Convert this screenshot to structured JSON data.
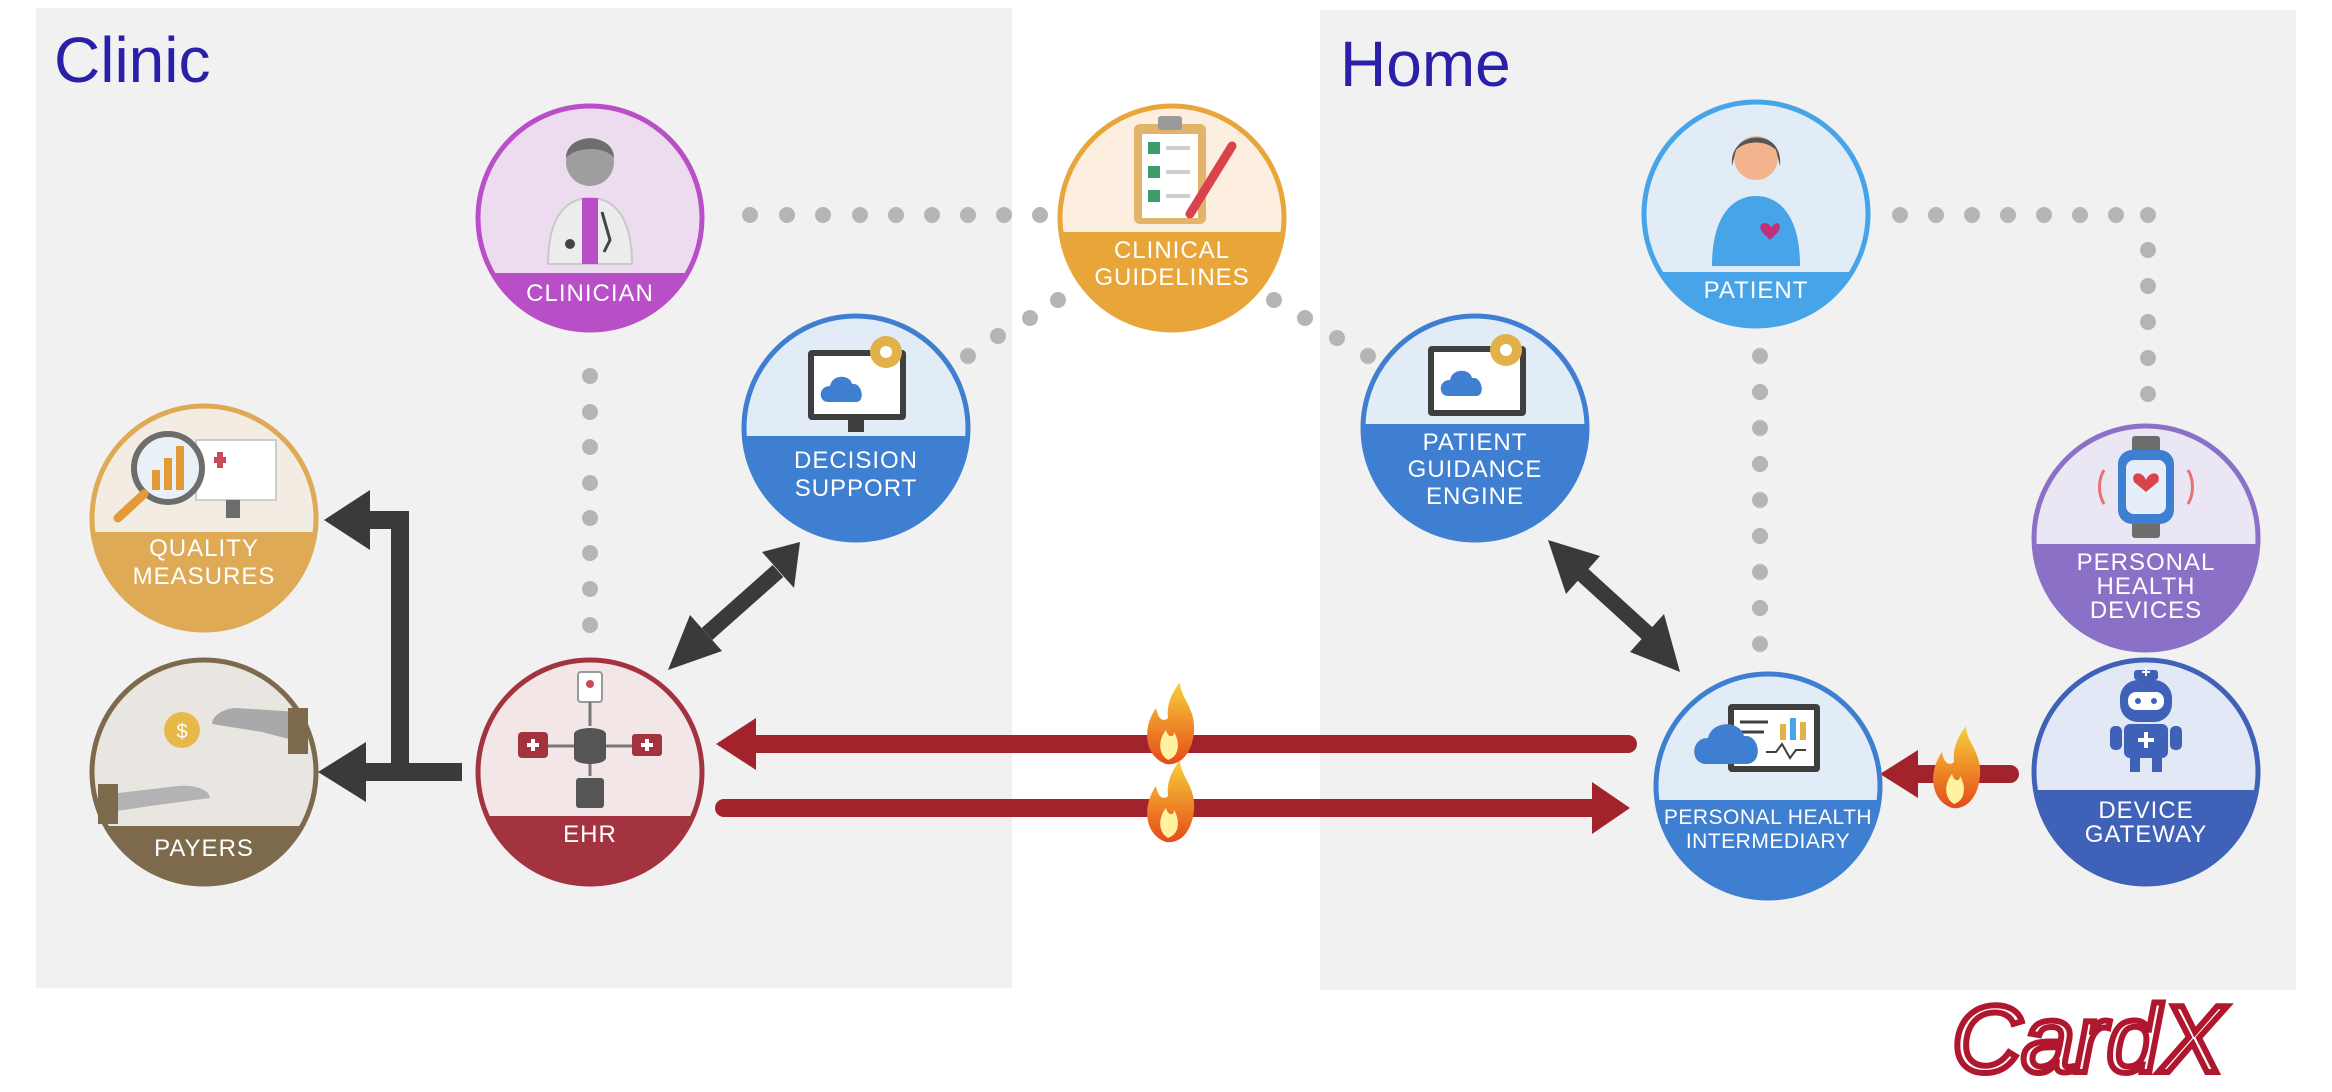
{
  "regions": {
    "clinic": "Clinic",
    "home": "Home"
  },
  "nodes": {
    "clinician": [
      "CLINICIAN"
    ],
    "clinical_guidelines": [
      "CLINICAL",
      "GUIDELINES"
    ],
    "patient": [
      "PATIENT"
    ],
    "decision_support": [
      "DECISION",
      "SUPPORT"
    ],
    "patient_guidance_engine": [
      "PATIENT",
      "GUIDANCE",
      "ENGINE"
    ],
    "quality_measures": [
      "QUALITY",
      "MEASURES"
    ],
    "personal_health_devices": [
      "PERSONAL",
      "HEALTH",
      "DEVICES"
    ],
    "payers": [
      "PAYERS"
    ],
    "ehr": [
      "EHR"
    ],
    "personal_health_intermediary": [
      "PERSONAL HEALTH",
      "INTERMEDIARY"
    ],
    "device_gateway": [
      "DEVICE",
      "GATEWAY"
    ]
  },
  "logo": "CardX",
  "colors": {
    "region_bg": "#f1f1f1",
    "title": "#2a1fa8",
    "clinician": "#b94fc6",
    "guidelines": "#e8a63a",
    "blue": "#3f7fd1",
    "patient": "#47a4e8",
    "quality": "#dfaa55",
    "devices": "#8a70c6",
    "payers": "#7d6a4c",
    "ehr": "#a3343f",
    "gateway": "#3f62b8",
    "dots": "#b5b5b5",
    "dark_arrow": "#3a3a3a",
    "red_arrow": "#a3232d"
  }
}
